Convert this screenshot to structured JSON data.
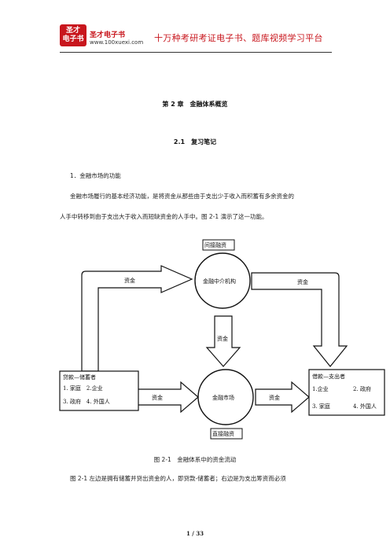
{
  "header": {
    "logo_line1": "圣才",
    "logo_line2": "电子书",
    "brand_name": "圣才电子书",
    "brand_url": "www.100xuexi.com",
    "slogan": "十万种考研考证电子书、题库视频学习平台"
  },
  "chapter_title": "第 2 章　金融体系概览",
  "section_title": "2.1　复习笔记",
  "paragraphs": {
    "heading": "1．金融市场的功能",
    "p1_line1": "金融市场履行的基本经济功能，是将资金从那些由于支出少于收入而积蓄有多余资金的",
    "p1_line2": "人手中转移到由于支出大于收入而短缺资金的人手中。图 2-1 演示了这一功能。",
    "p2_line1": "图 2-1 左边是拥有储蓄并贷出资金的人，即贷款-储蓄者；右边是为支出筹资而必须"
  },
  "figure": {
    "indirect_label": "间接融资",
    "direct_label": "直接融资",
    "intermediary": "金融中介机构",
    "market": "金融市场",
    "funds": "资金",
    "lender": {
      "title": "贷款—储蓄者",
      "row1": "1. 家庭　2.企业",
      "row2": "3. 政府　4. 外国人"
    },
    "borrower": {
      "title": "借款—支出者",
      "row1_a": "1.企业",
      "row1_b": "2. 政府",
      "row2_a": "3. 家庭",
      "row2_b": "4. 外国人"
    },
    "caption": "图 2-1　金融体系中的资金流动"
  },
  "footer": {
    "page_number": "1 / 33"
  }
}
